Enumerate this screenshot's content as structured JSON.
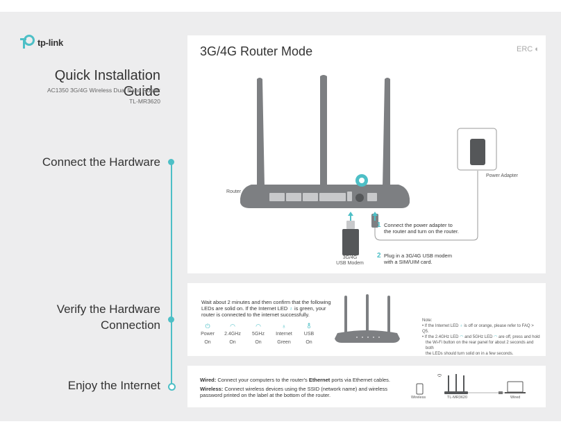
{
  "brand": {
    "logo_text": "tp-link"
  },
  "guide": {
    "title": "Quick Installation Guide",
    "subtitle": "AC1350 3G/4G Wireless Dual Band Router",
    "model": "TL-MR3620"
  },
  "steps": [
    {
      "title": "Connect the Hardware"
    },
    {
      "title_line1": "Verify the Hardware",
      "title_line2": "Connection"
    },
    {
      "title": "Enjoy the Internet"
    }
  ],
  "hardware_panel": {
    "title": "3G/4G Router Mode",
    "cert_mark": "ERC",
    "router_label": "Router",
    "power_adapter_label": "Power Adapter",
    "modem_label_line1": "3G/4G",
    "modem_label_line2": "USB Modem",
    "instructions": [
      {
        "number": "1",
        "line1": "Connect the power adapter to",
        "line2": "the router and turn on the router."
      },
      {
        "number": "2",
        "line1": "Plug in a 3G/4G USB modem",
        "line2": "with a SIM/UIM card."
      }
    ]
  },
  "verify_panel": {
    "intro_line1": "Wait about 2 minutes and then confirm that the following",
    "intro_line2_a": "LEDs are solid on. If the Internet LED",
    "intro_line2_b": "is green, your",
    "intro_line3": "router is connected to the internet successfully.",
    "leds": [
      {
        "name": "Power",
        "state": "On",
        "icon": "power-icon"
      },
      {
        "name": "2.4GHz",
        "state": "On",
        "icon": "wifi-icon"
      },
      {
        "name": "5GHz",
        "state": "On",
        "icon": "wifi-icon"
      },
      {
        "name": "Internet",
        "state": "Green",
        "icon": "globe-icon"
      },
      {
        "name": "USB",
        "state": "On",
        "icon": "usb-icon"
      }
    ],
    "note_title": "Note:",
    "note1_a": "• If the Internet LED",
    "note1_b": "is off or orange, please refer to FAQ > Q5.",
    "note2_line1_a": "• If the 2.4GHz LED",
    "note2_line1_b": "and 5GHz LED",
    "note2_line1_c": "are off, press and hold",
    "note2_line2": "the Wi-Fi button on the rear panel for about 2 seconds and both",
    "note2_line3": "the LEDs should turn solid on in a few seconds."
  },
  "internet_panel": {
    "wired_label": "Wired:",
    "wired_text_a": "Connect your computers to the router's",
    "wired_text_bold": "Ethernet",
    "wired_text_b": "ports via Ethernet cables.",
    "wireless_label": "Wireless:",
    "wireless_text_line1": "Connect wireless devices using the SSID (network name) and wireless",
    "wireless_text_line2": "password printed on the label at the bottom of the router.",
    "diagram_wireless": "Wireless",
    "diagram_router": "TL-MR3620",
    "diagram_wired": "Wired"
  },
  "colors": {
    "accent": "#4dbfc6",
    "router_gray": "#7d7f82",
    "dark_gray": "#555759"
  }
}
